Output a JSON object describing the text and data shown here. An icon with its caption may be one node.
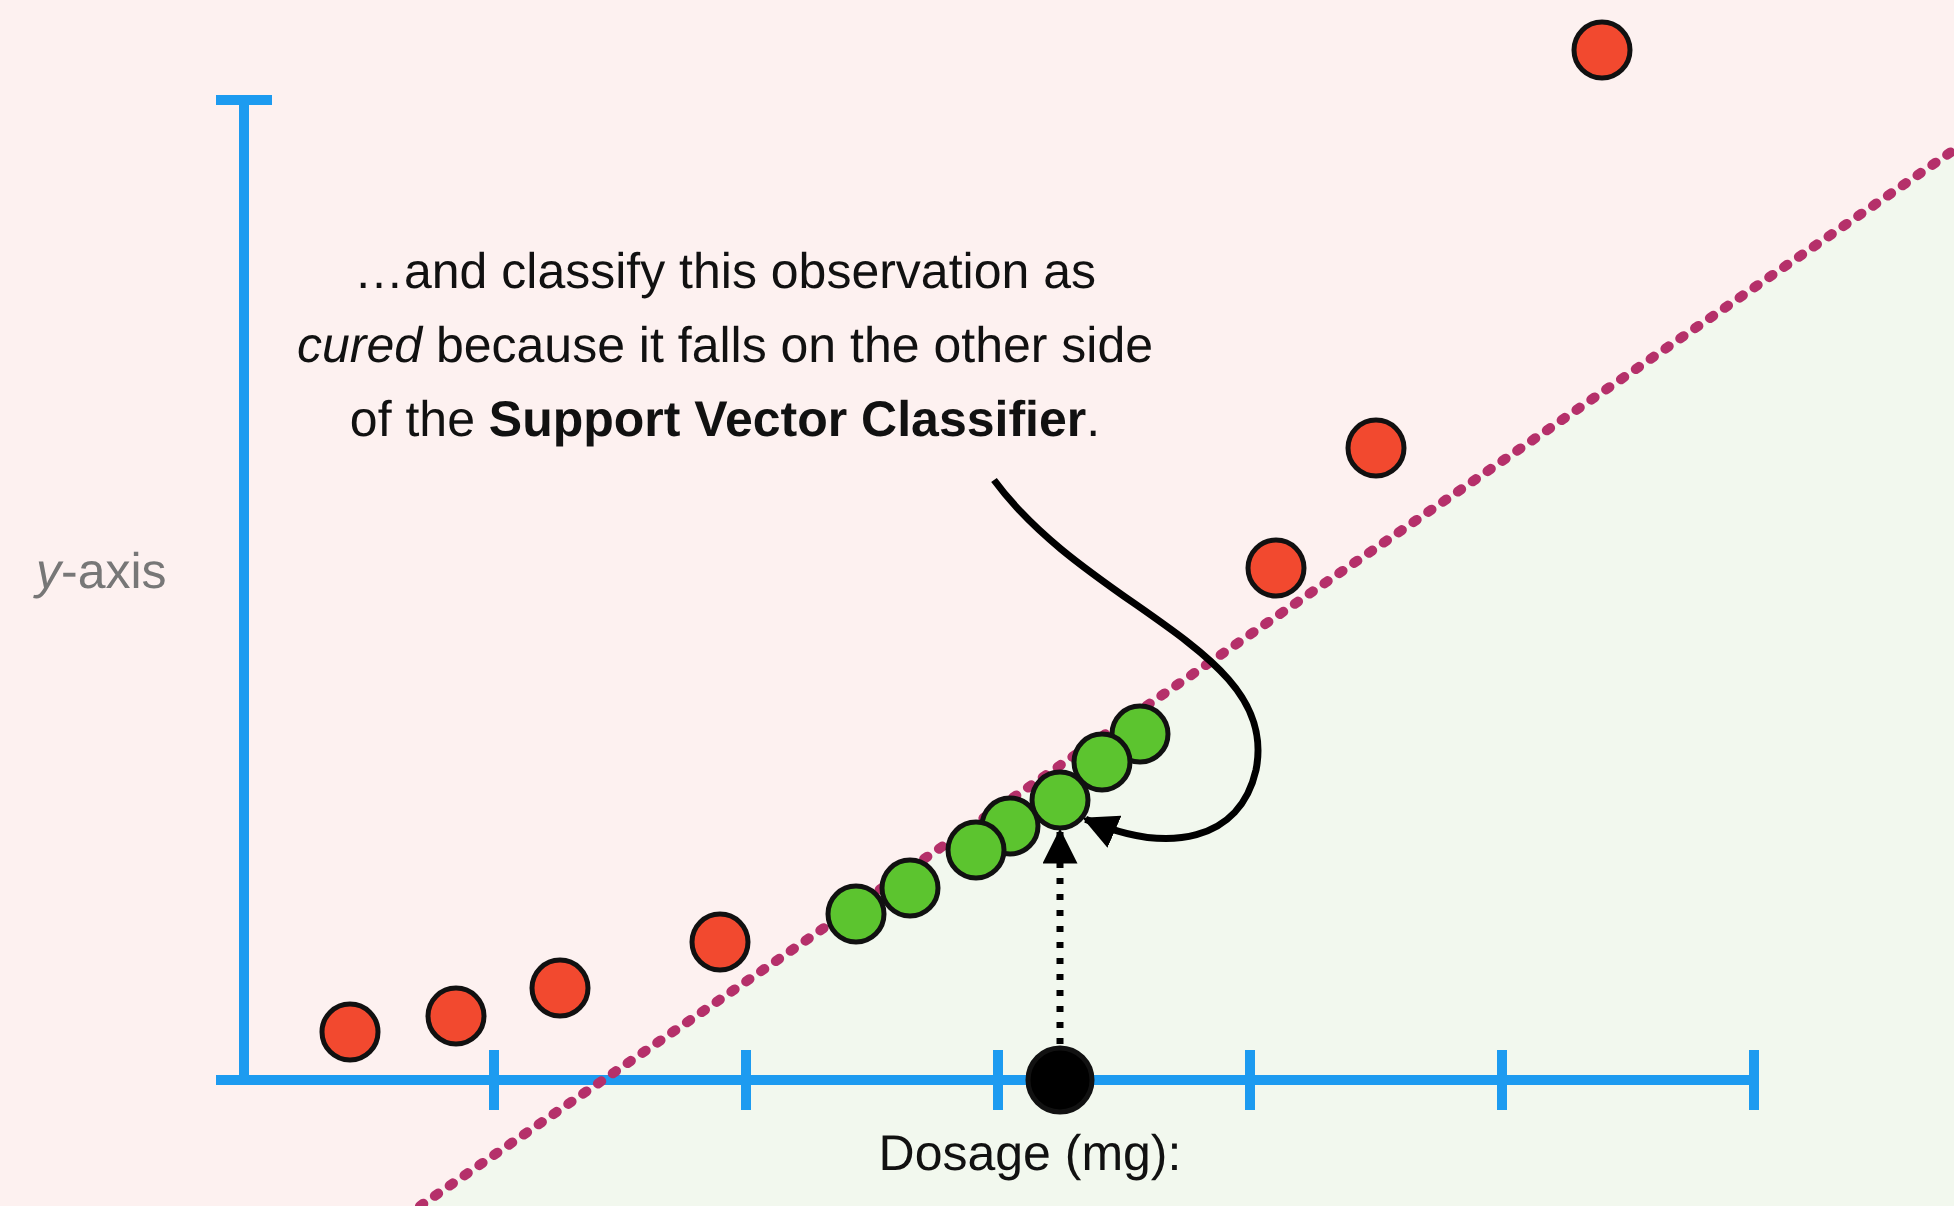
{
  "diagram": {
    "nodes": [
      {
        "text": [
          "…and classify this observation as *cured* because it falls on the other side of the **Support Vector Classifier**."
        ]
      },
      {
        "text": [],
        "shape": "circle"
      },
      {
        "text": [],
        "shape": "circle"
      },
      {
        "text": [],
        "shape": "circle"
      },
      {
        "text": [],
        "shape": "circle"
      },
      {
        "text": [],
        "shape": "circle"
      },
      {
        "text": [],
        "shape": "circle"
      },
      {
        "text": [],
        "shape": "circle"
      },
      {
        "text": [],
        "shape": "circle"
      }
    ],
    "edges": [
      {
        "from": 0,
        "to": 3,
        "arrow": "to"
      },
      {
        "from": 8,
        "to": 3,
        "arrow": "to",
        "style": "dashed"
      }
    ],
    "labels": [
      "*y*-axis",
      "Dosage (mg):"
    ]
  }
}
